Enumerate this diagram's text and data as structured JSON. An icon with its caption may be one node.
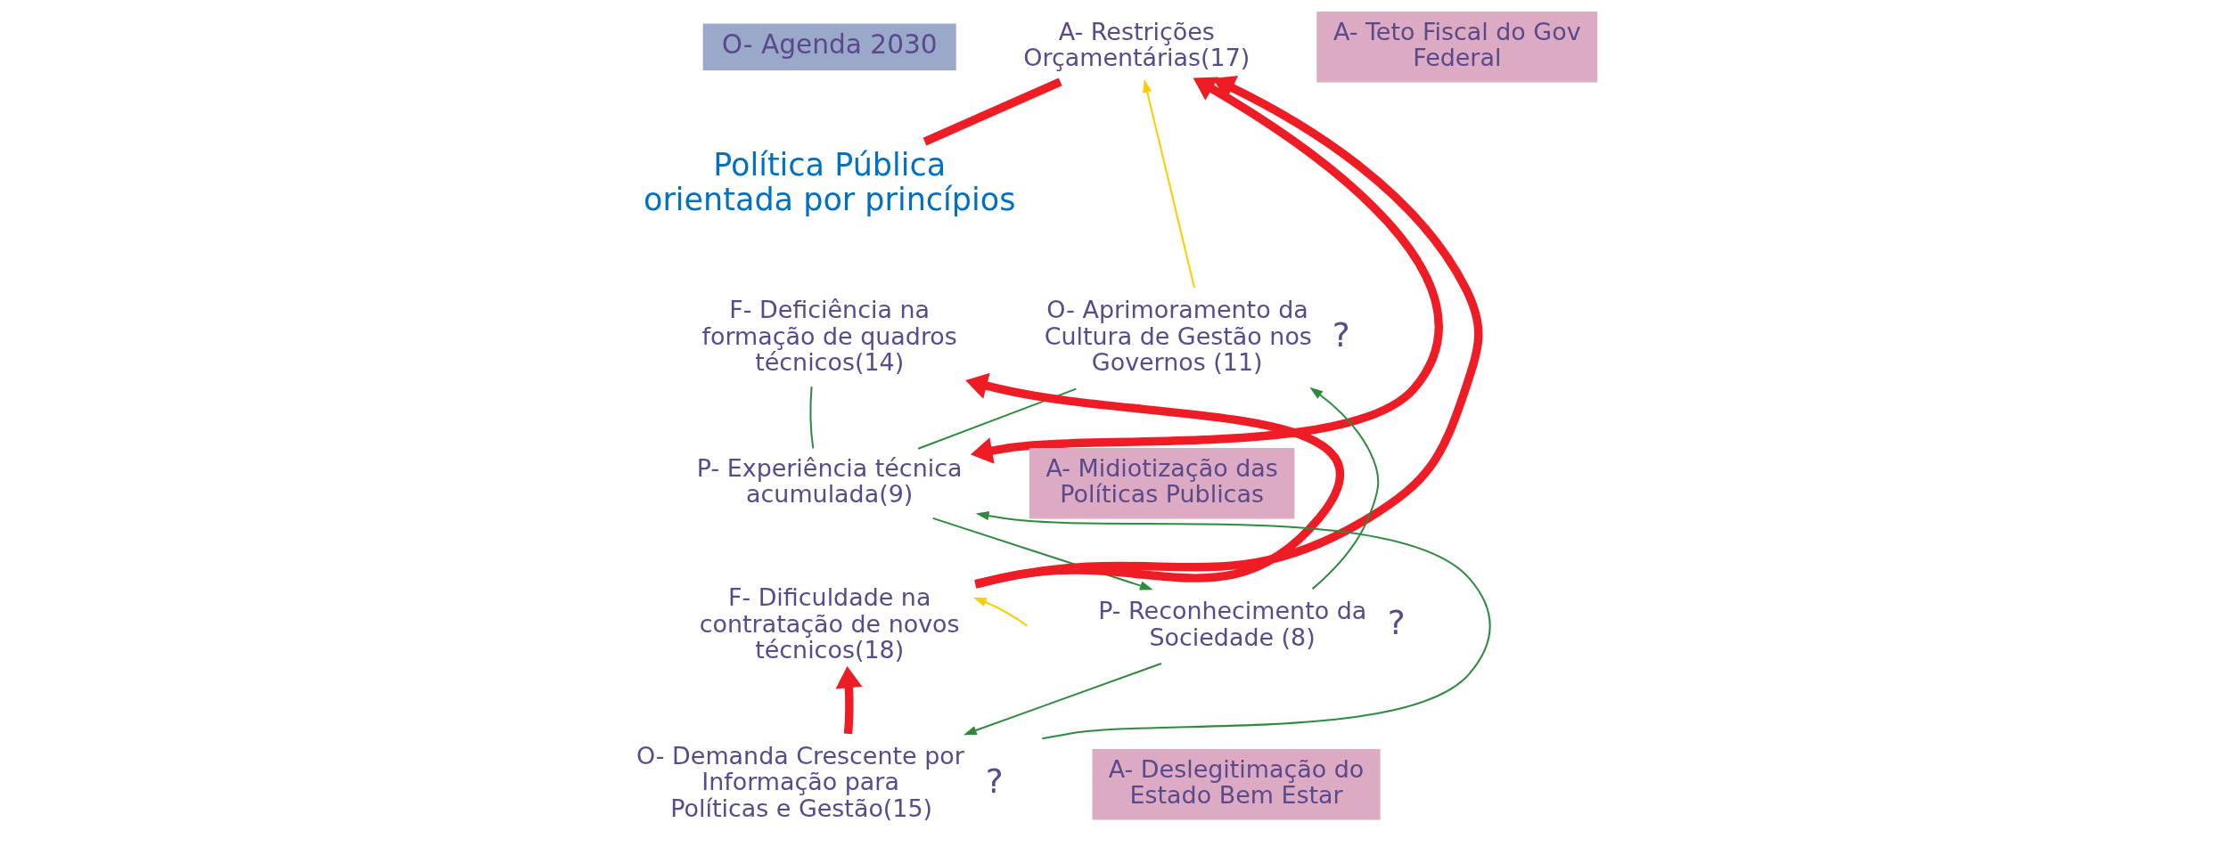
{
  "diagram": {
    "nodes": [
      {
        "text": [
          "O- Agenda 2030"
        ]
      },
      {
        "text": [
          "Política Pública orientada por princípios"
        ]
      },
      {
        "text": [
          "A- Restrições Orçamentárias(17)"
        ]
      },
      {
        "text": [
          "A- Teto Fiscal do Gov Federal"
        ]
      },
      {
        "text": [
          "F- Deficiência na formação de quadros técnicos(14)"
        ]
      },
      {
        "text": [
          "O- Aprimoramento da Cultura de Gestão nos Governos (11)"
        ],
        "beside": [
          "?"
        ]
      },
      {
        "text": [
          "A- Midiotização das Políticas Publicas"
        ]
      },
      {
        "text": [
          "P- Experiência técnica acumulada(9)"
        ]
      },
      {
        "text": [
          "F- Dificuldade na contratação de novos técnicos(18)"
        ]
      },
      {
        "text": [
          "P- Reconhecimento da Sociedade (8)"
        ],
        "beside": [
          "?"
        ]
      },
      {
        "text": [
          "O- Demanda Crescente por Informação para Políticas e Gestão(15)"
        ],
        "beside": [
          "?"
        ]
      },
      {
        "text": [
          "A- Deslegitimação do Estado Bem Estar"
        ]
      }
    ],
    "edges": [
      {
        "from": 1,
        "to": 2,
        "arrow": "none",
        "style": "thick",
        "color": "#ee1c24"
      },
      {
        "from": 8,
        "to": 2,
        "arrow": "to",
        "style": "thick",
        "color": "#ee1c24"
      },
      {
        "from": 2,
        "to": 7,
        "arrow": "both",
        "style": "thick",
        "color": "#ee1c24"
      },
      {
        "from": 8,
        "to": 4,
        "arrow": "to",
        "style": "thick",
        "color": "#ee1c24"
      },
      {
        "from": 10,
        "to": 8,
        "arrow": "to",
        "style": "thick",
        "color": "#ee1c24"
      },
      {
        "from": 5,
        "to": 2,
        "arrow": "to",
        "color": "#ffcc00"
      },
      {
        "from": null,
        "to": 8,
        "arrow": "to",
        "color": "#ffcc00"
      },
      {
        "from": 4,
        "to": 7,
        "arrow": "none"
      },
      {
        "from": 7,
        "to": 5,
        "arrow": "none"
      },
      {
        "from": 9,
        "to": 5,
        "arrow": "to"
      },
      {
        "from": 7,
        "to": 9,
        "arrow": "to"
      },
      {
        "from": 10,
        "to": 7,
        "arrow": "to"
      },
      {
        "from": 9,
        "to": 10,
        "arrow": "to"
      }
    ]
  }
}
